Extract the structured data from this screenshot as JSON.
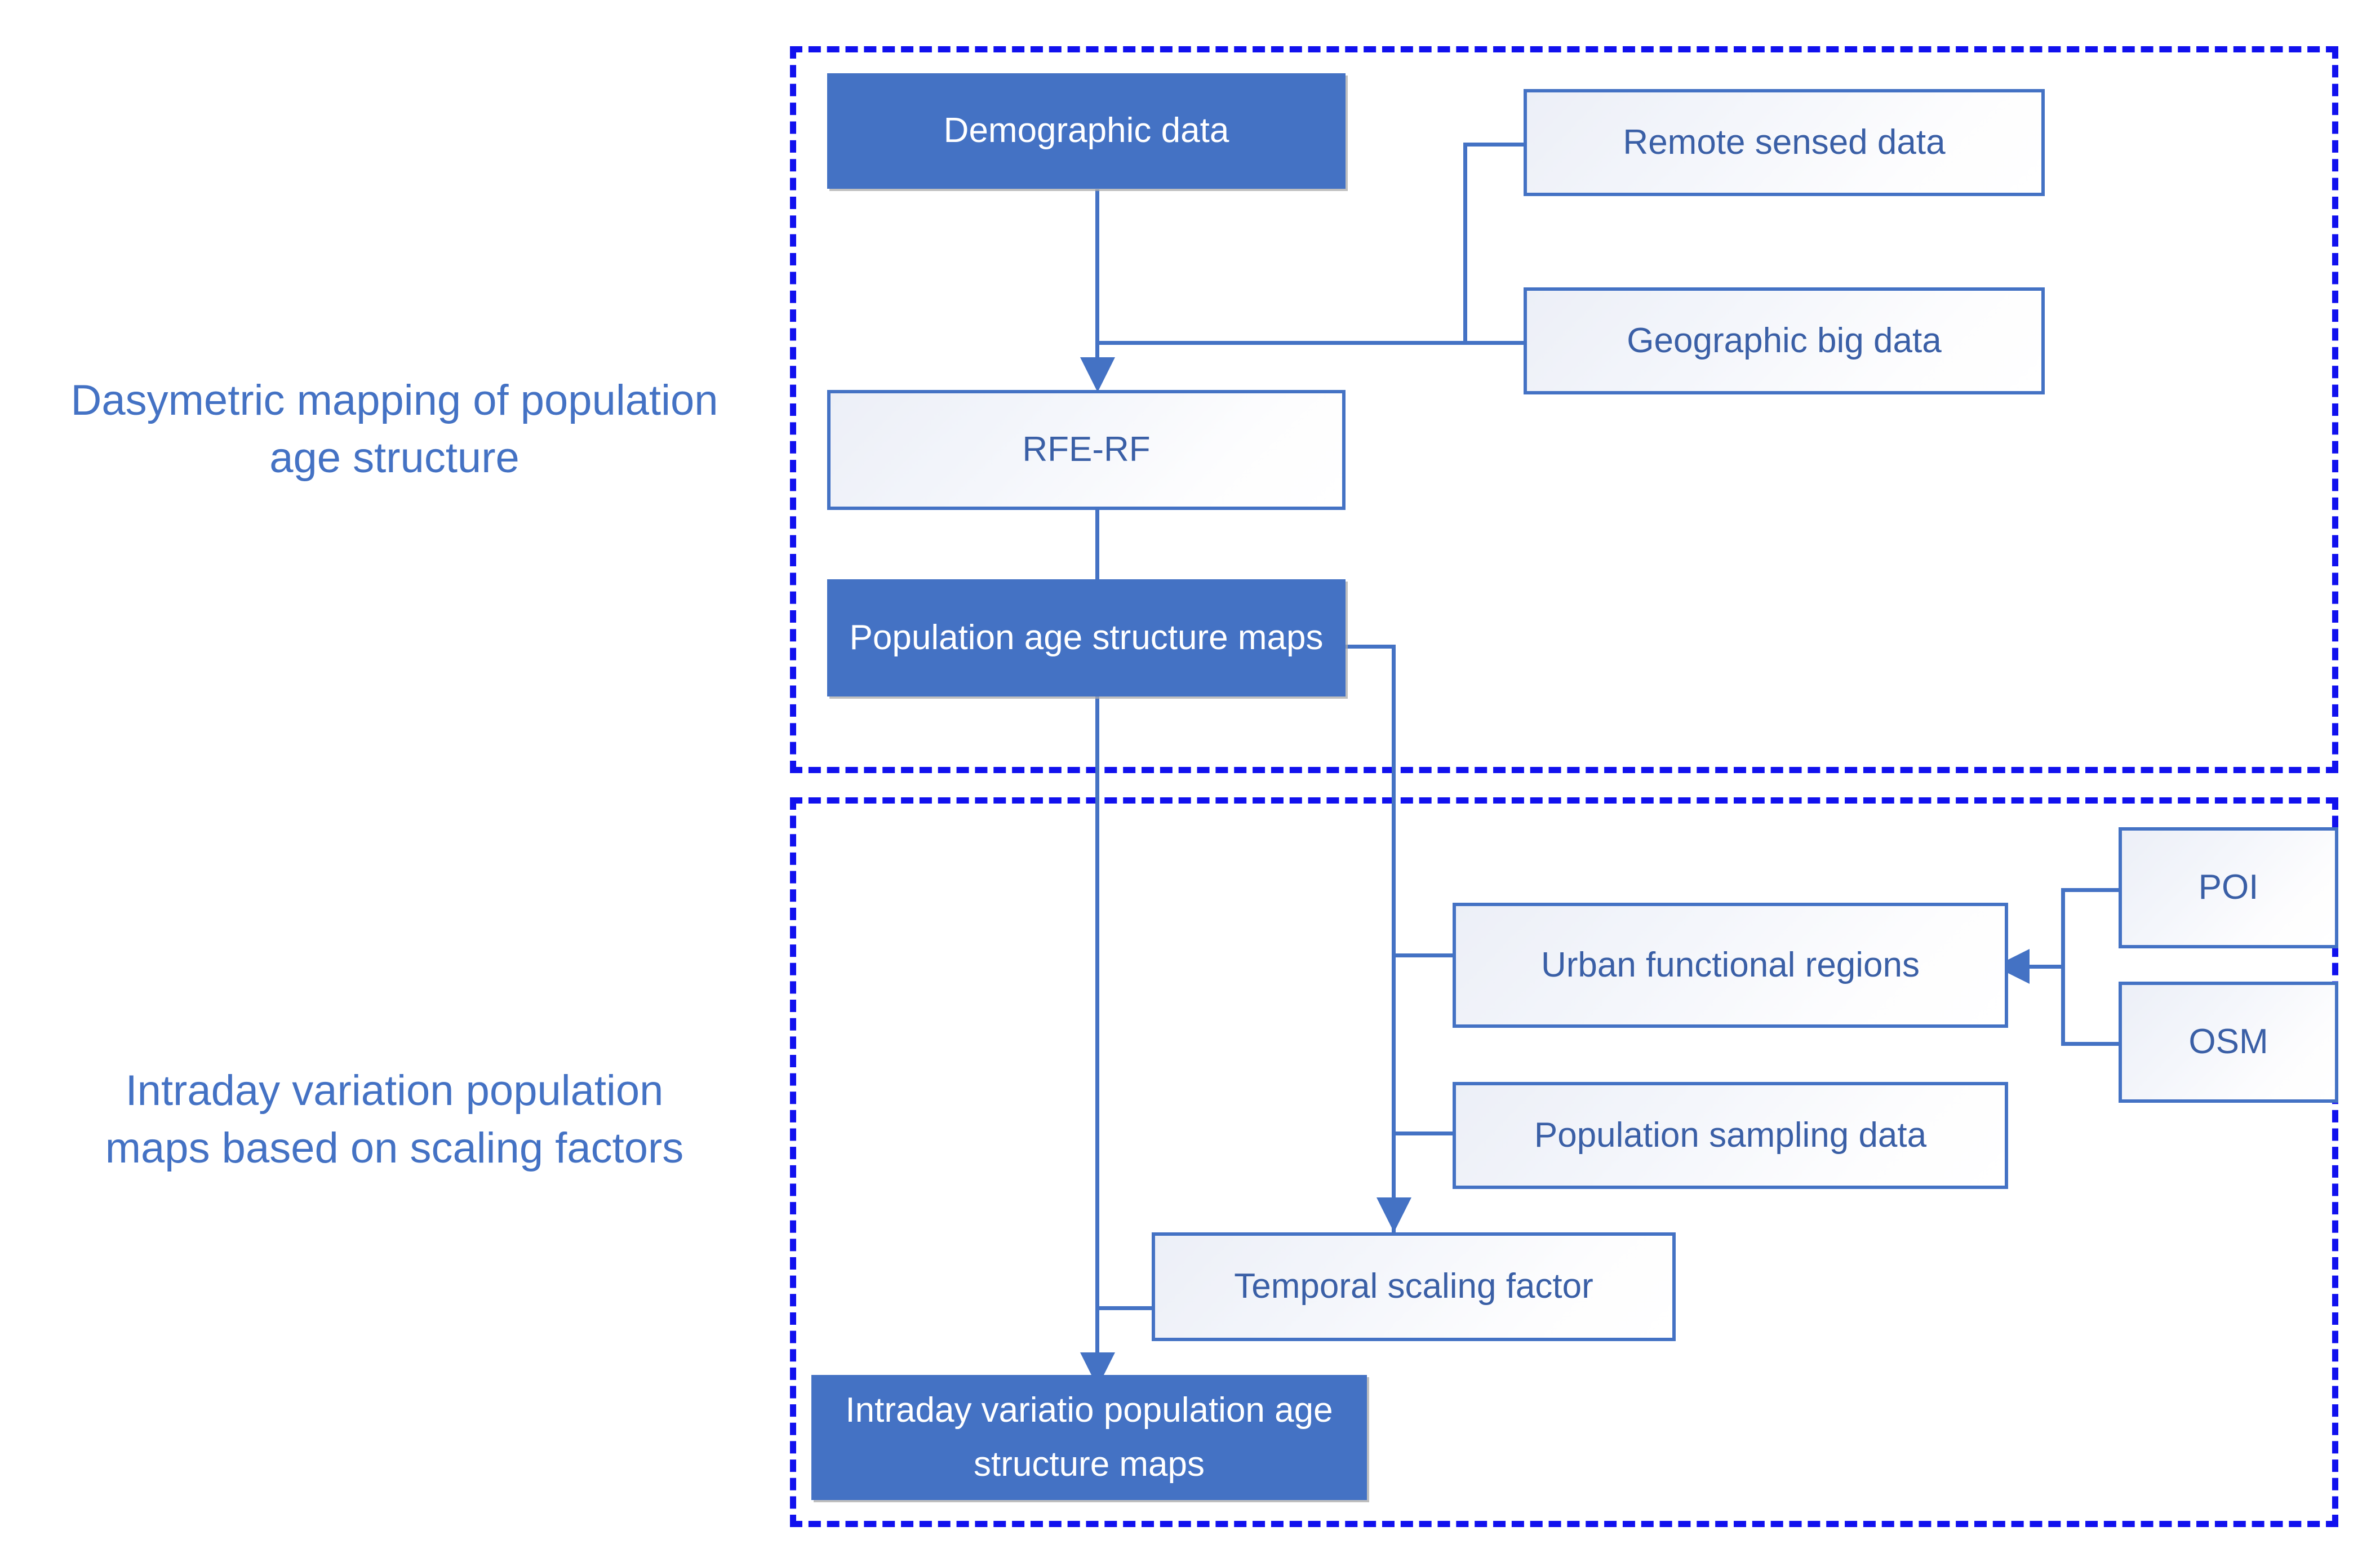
{
  "diagram": {
    "title": "Dasymetric mapping and intraday variation population age structure workflow",
    "accent_color": "#4472C4",
    "frame_color": "#1111EE",
    "filled_text_color": "#FFFFFF",
    "outlined_text_color": "#3A5FA6"
  },
  "sections": [
    {
      "id": "section-dasymetric",
      "caption": "Dasymetric mapping of population age structure",
      "caption_line1": "Dasymetric mapping of population",
      "caption_line2": "age structure"
    },
    {
      "id": "section-intraday",
      "caption": "Intraday variation population maps based on scaling factors",
      "caption_line1": "Intraday variation population",
      "caption_line2": "maps based on scaling factors"
    }
  ],
  "nodes": [
    {
      "id": "demographic-data",
      "label": "Demographic data",
      "style": "filled"
    },
    {
      "id": "remote-sensed-data",
      "label": "Remote sensed data",
      "style": "outlined"
    },
    {
      "id": "geographic-big-data",
      "label": "Geographic big data",
      "style": "outlined"
    },
    {
      "id": "rfe-rf",
      "label": "RFE-RF",
      "style": "outlined"
    },
    {
      "id": "population-age-structure-maps",
      "label": "Population age structure maps",
      "style": "filled"
    },
    {
      "id": "urban-functional-regions",
      "label": "Urban functional regions",
      "style": "outlined"
    },
    {
      "id": "poi",
      "label": "POI",
      "style": "outlined"
    },
    {
      "id": "osm",
      "label": "OSM",
      "style": "outlined"
    },
    {
      "id": "population-sampling-data",
      "label": "Population sampling data",
      "style": "outlined"
    },
    {
      "id": "temporal-scaling-factor",
      "label": "Temporal scaling factor",
      "style": "outlined"
    },
    {
      "id": "intraday-variation-maps",
      "label": "Intraday variatio population age structure maps",
      "style": "filled"
    }
  ],
  "edges": [
    {
      "from": "demographic-data",
      "to": "rfe-rf",
      "arrow": "down"
    },
    {
      "from": "remote-sensed-data",
      "to": "rfe-rf",
      "arrow": "none"
    },
    {
      "from": "geographic-big-data",
      "to": "rfe-rf",
      "arrow": "none"
    },
    {
      "from": "rfe-rf",
      "to": "population-age-structure-maps",
      "arrow": "down"
    },
    {
      "from": "population-age-structure-maps",
      "to": "temporal-scaling-factor",
      "arrow": "down"
    },
    {
      "from": "population-age-structure-maps",
      "to": "intraday-variation-maps",
      "arrow": "down"
    },
    {
      "from": "urban-functional-regions",
      "to": "temporal-scaling-factor",
      "arrow": "none"
    },
    {
      "from": "population-sampling-data",
      "to": "temporal-scaling-factor",
      "arrow": "none"
    },
    {
      "from": "poi",
      "to": "urban-functional-regions",
      "arrow": "left"
    },
    {
      "from": "osm",
      "to": "urban-functional-regions",
      "arrow": "left"
    },
    {
      "from": "temporal-scaling-factor",
      "to": "intraday-variation-maps",
      "arrow": "none"
    }
  ]
}
